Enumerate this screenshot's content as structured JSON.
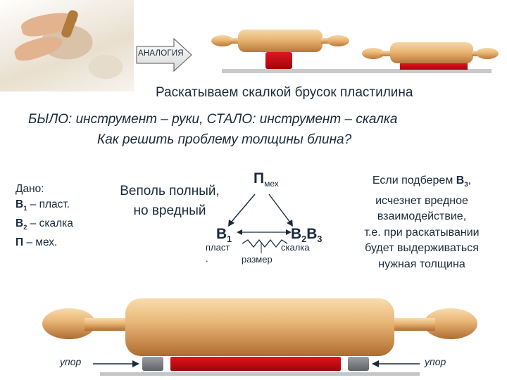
{
  "analogy_label": "АНАЛОГИЯ",
  "title": "Раскатываем скалкой брусок пластилина",
  "line_before": "БЫЛО: инструмент – руки, СТАЛО: инструмент – скалка",
  "question": "Как решить проблему толщины блина?",
  "given": {
    "header": "Дано:",
    "rows": [
      {
        "sym": "В",
        "sub": "1",
        "text": " – пласт."
      },
      {
        "sym": "В",
        "sub": "2",
        "text": " – скалка"
      },
      {
        "sym": "П",
        "sub": "",
        "text": " – мех."
      }
    ]
  },
  "vepol": {
    "caption_line1": "Веполь полный,",
    "caption_line2": "но вредный",
    "p_sym": "П",
    "p_sub": "мех",
    "b1_sym": "В",
    "b1_sub": "1",
    "b2_sym": "В",
    "b2_sub": "2",
    "b3_sym": "В",
    "b3_sub": "3",
    "label_plast": "пласт",
    "label_dot": ".",
    "label_skalka": "скалка",
    "label_razmer": "размер"
  },
  "conclusion": {
    "line1_pre": "Если подберем ",
    "line1_sym": "В",
    "line1_sub": "3",
    "line1_post": ",",
    "line2": "исчезнет вредное",
    "line3": "взаимодействие,",
    "line4": "т.е. при раскатывании",
    "line5": "будет выдерживаться",
    "line6": "нужная толщина"
  },
  "stop_left": "упор",
  "stop_right": "упор",
  "colors": {
    "wood_light": "#f0c48a",
    "wood_dark": "#c98a45",
    "plasticine": "#cc0a14",
    "stop_gray": "#7b7f84",
    "base_gray": "#b9bcbf"
  }
}
